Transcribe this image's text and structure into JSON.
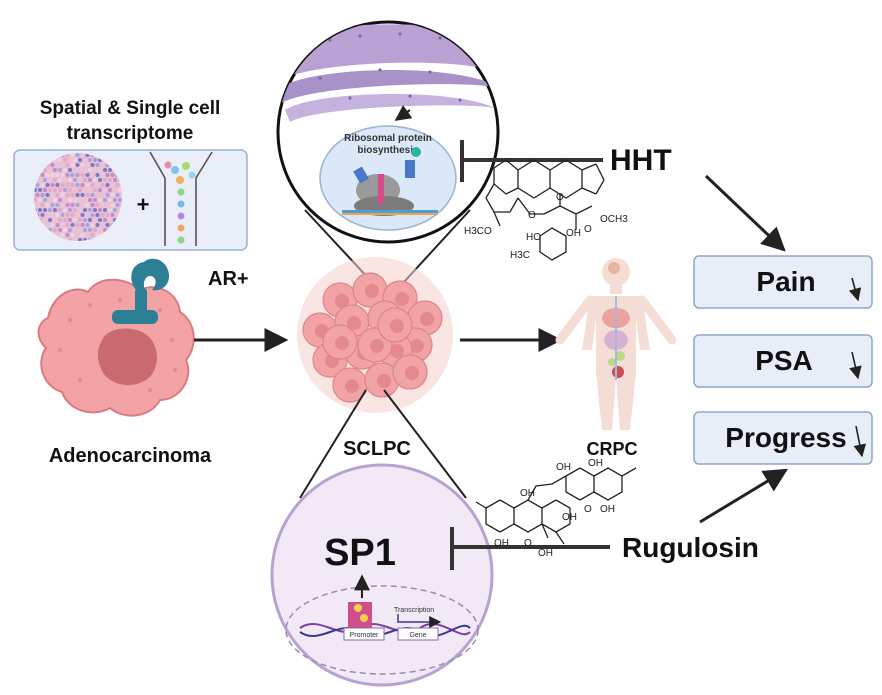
{
  "labels": {
    "spatial_title_1": "Spatial & Single cell",
    "spatial_title_2": "transcriptome",
    "plus": "+",
    "ar_plus": "AR+",
    "adenocarcinoma": "Adenocarcinoma",
    "sclpc": "SCLPC",
    "crpc": "CRPC",
    "hht": "HHT",
    "rugulosin": "Rugulosin",
    "sp1": "SP1",
    "ribosomal_1": "Ribosomal protein",
    "ribosomal_2": "biosynthesis",
    "transcription": "Transcription",
    "promoter": "Promoter",
    "gene": "Gene"
  },
  "outcomes": [
    {
      "label": "Pain"
    },
    {
      "label": "PSA"
    },
    {
      "label": "Progress"
    }
  ],
  "chemistry": {
    "hht": {
      "h3co": "H3CO",
      "och3": "OCH3",
      "ho": "HO",
      "oh": "OH",
      "o": "O",
      "h3c": "H3C"
    },
    "rugulosin": {
      "oh": "OH",
      "o": "O"
    }
  },
  "colors": {
    "box_fill": "#e8eef8",
    "box_stroke": "#8fa6c9",
    "tumor": "#f0a6a6",
    "cell": "#f3a7a7",
    "nucleus": "#c96b6b",
    "receptor": "#2b7f93",
    "er": "#b59fd1",
    "circle_fill": "#f1e9f6",
    "circle_stroke": "#b7a3cf",
    "inhibitor": "#333333"
  }
}
